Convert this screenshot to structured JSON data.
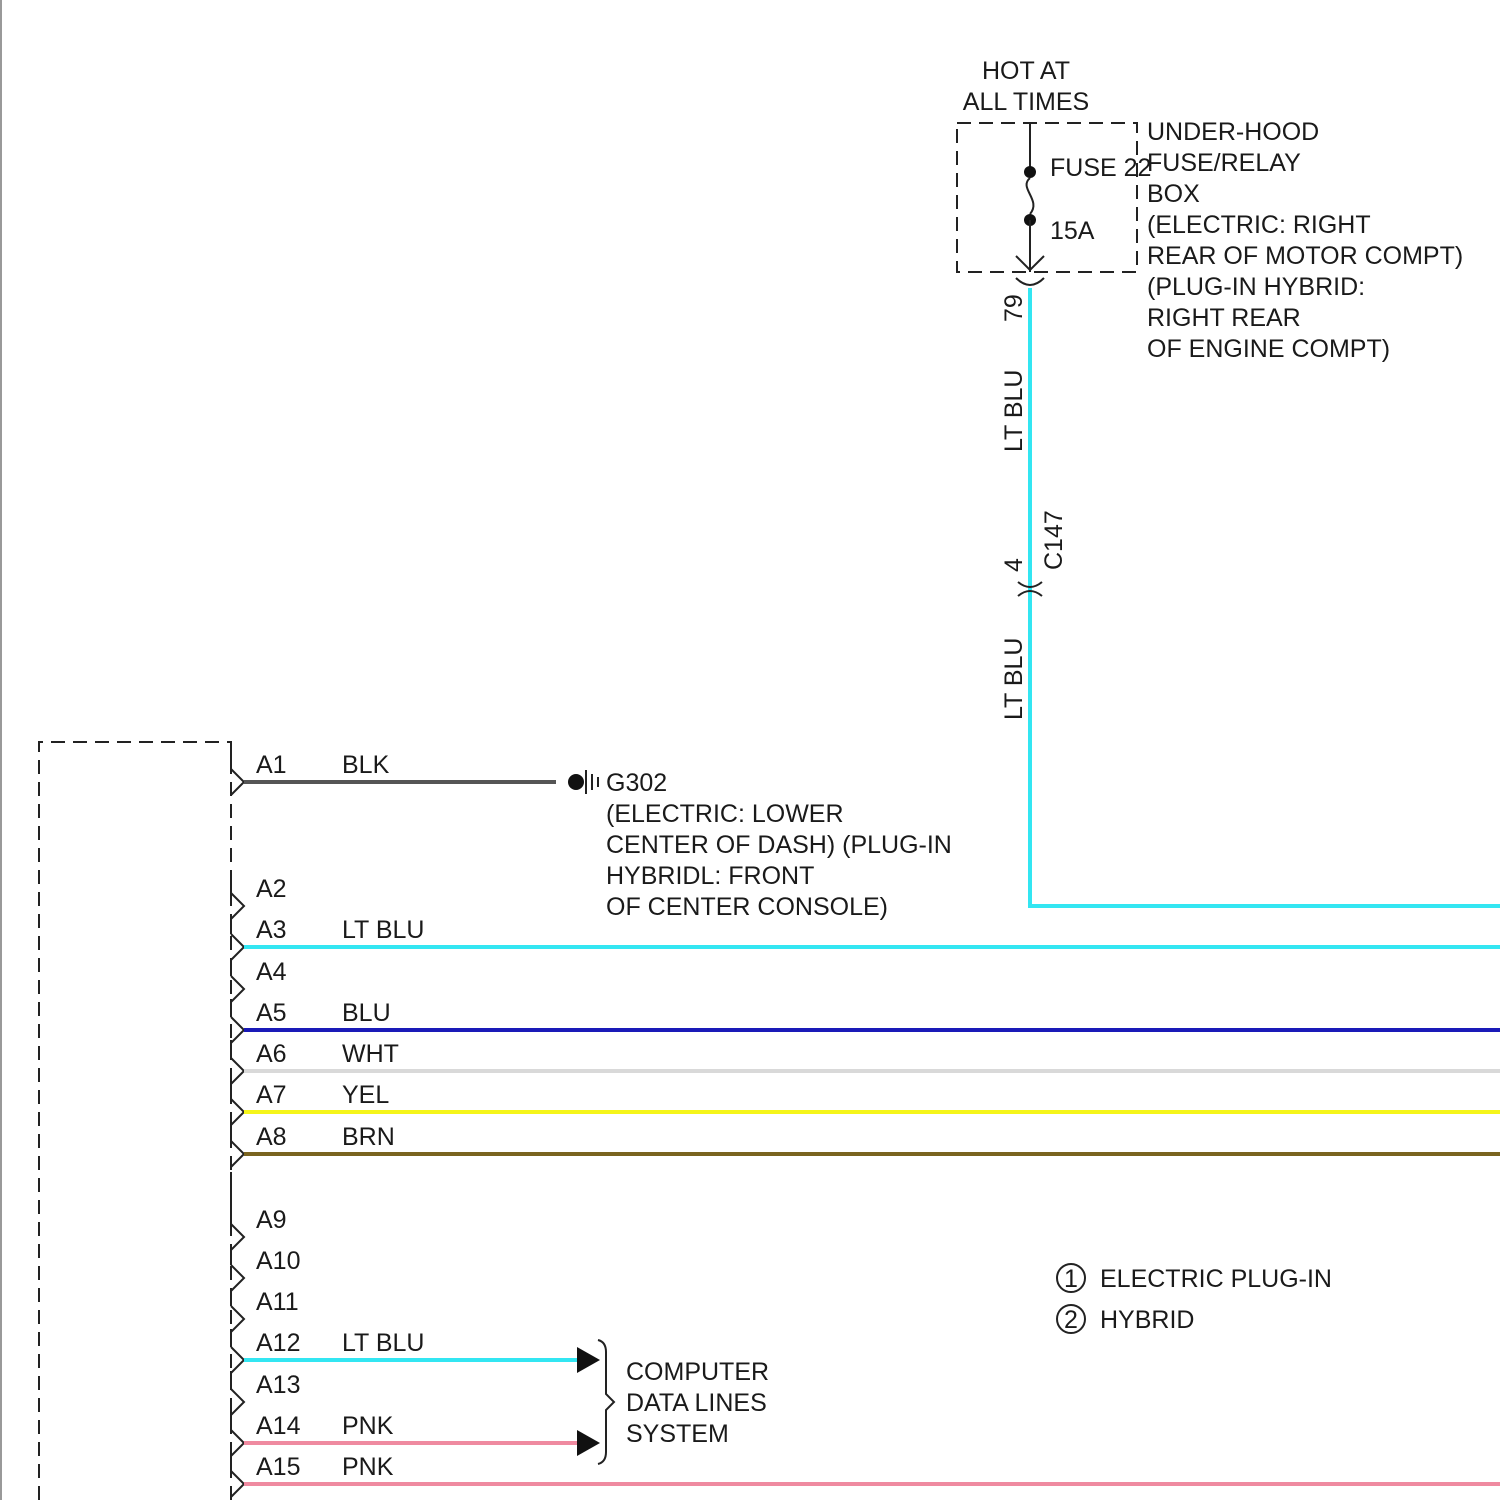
{
  "fuse_box": {
    "hot_line1": "HOT AT",
    "hot_line2": "ALL TIMES",
    "fuse_name": "FUSE 22",
    "fuse_rating": "15A",
    "desc": [
      "UNDER-HOOD",
      "FUSE/RELAY",
      "BOX",
      "(ELECTRIC: RIGHT",
      "REAR OF MOTOR COMPT)",
      "(PLUG-IN HYBRID:",
      "RIGHT REAR",
      "OF ENGINE COMPT)"
    ]
  },
  "vertical_wire": {
    "pin_top": "79",
    "color_upper": "LT BLU",
    "connector": "C147",
    "connector_pin": "4",
    "color_lower": "LT BLU",
    "color_hex": "#33e6f2"
  },
  "ground": {
    "name": "G302",
    "desc": [
      "(ELECTRIC: LOWER",
      "CENTER OF DASH) (PLUG-IN",
      "HYBRIDL: FRONT",
      "OF CENTER CONSOLE)"
    ]
  },
  "pins": [
    {
      "id": "A1",
      "wire": "BLK",
      "color": "#555555"
    },
    {
      "id": "A2",
      "wire": "",
      "color": ""
    },
    {
      "id": "A3",
      "wire": "LT BLU",
      "color": "#33e6f2"
    },
    {
      "id": "A4",
      "wire": "",
      "color": ""
    },
    {
      "id": "A5",
      "wire": "BLU",
      "color": "#1a1ab8"
    },
    {
      "id": "A6",
      "wire": "WHT",
      "color": "#d9d9d9"
    },
    {
      "id": "A7",
      "wire": "YEL",
      "color": "#f5f51a"
    },
    {
      "id": "A8",
      "wire": "BRN",
      "color": "#7a6420"
    },
    {
      "id": "A9",
      "wire": "",
      "color": ""
    },
    {
      "id": "A10",
      "wire": "",
      "color": ""
    },
    {
      "id": "A11",
      "wire": "",
      "color": ""
    },
    {
      "id": "A12",
      "wire": "LT BLU",
      "color": "#33e6f2"
    },
    {
      "id": "A13",
      "wire": "",
      "color": ""
    },
    {
      "id": "A14",
      "wire": "PNK",
      "color": "#ef8aa0"
    },
    {
      "id": "A15",
      "wire": "PNK",
      "color": "#ef8aa0"
    }
  ],
  "data_lines": [
    "COMPUTER",
    "DATA LINES",
    "SYSTEM"
  ],
  "legend": [
    {
      "num": "1",
      "label": "ELECTRIC PLUG-IN"
    },
    {
      "num": "2",
      "label": "HYBRID"
    }
  ]
}
